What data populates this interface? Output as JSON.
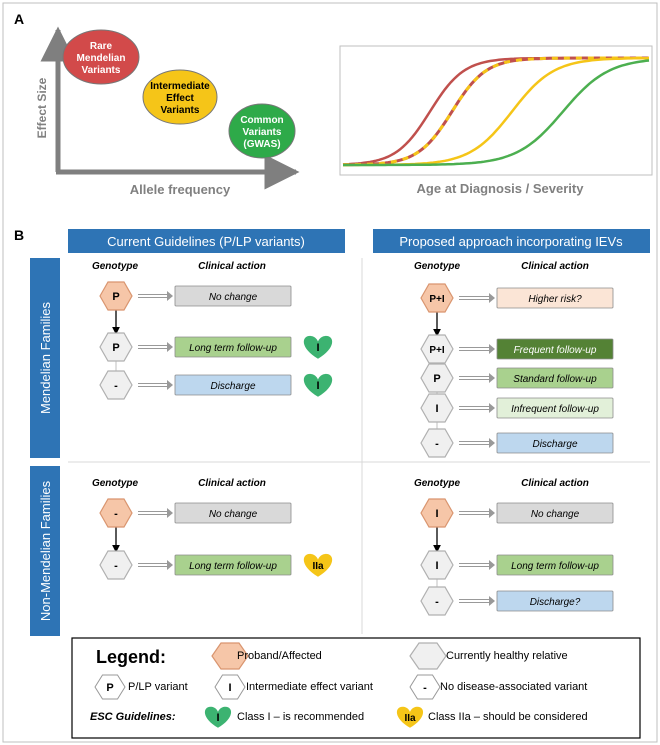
{
  "panelA": {
    "label": "A",
    "scatter": {
      "y_axis_label": "Effect Size",
      "x_axis_label": "Allele frequency",
      "bubbles": [
        {
          "lines": [
            "Rare",
            "Mendelian",
            "Variants"
          ],
          "color": "#d24a4a",
          "text_color": "#ffffff"
        },
        {
          "lines": [
            "Intermediate",
            "Effect",
            "Variants"
          ],
          "color": "#f5c518",
          "text_color": "#000000"
        },
        {
          "lines": [
            "Common",
            "Variants",
            "(GWAS)"
          ],
          "color": "#2eaa49",
          "text_color": "#ffffff"
        }
      ]
    },
    "curves": {
      "x_axis_label": "Age at Diagnosis / Severity",
      "series_colors": [
        "#c0504d",
        "#c0504d",
        "#f5c518",
        "#4caf50"
      ]
    }
  },
  "panelB": {
    "label": "B",
    "headers": [
      "Current Guidelines (P/LP variants)",
      "Proposed approach incorporating IEVs"
    ],
    "row_labels": [
      "Mendelian Families",
      "Non-Mendelian Families"
    ],
    "col_genotype": "Genotype",
    "col_action": "Clinical action",
    "mendelian_current": [
      {
        "genotype": "P",
        "type": "proband",
        "action": "No change",
        "action_style": "grey",
        "badge": ""
      },
      {
        "genotype": "P",
        "type": "relative",
        "action": "Long term follow-up",
        "action_style": "green",
        "badge": "I"
      },
      {
        "genotype": "-",
        "type": "relative",
        "action": "Discharge",
        "action_style": "blue",
        "badge": "I"
      }
    ],
    "mendelian_proposed": [
      {
        "genotype": "P+I",
        "type": "proband",
        "action": "Higher risk?",
        "action_style": "peach"
      },
      {
        "genotype": "P+I",
        "type": "relative",
        "action": "Frequent follow-up",
        "action_style": "darkgreen"
      },
      {
        "genotype": "P",
        "type": "relative",
        "action": "Standard follow-up",
        "action_style": "green"
      },
      {
        "genotype": "I",
        "type": "relative",
        "action": "Infrequent follow-up",
        "action_style": "lightgreen"
      },
      {
        "genotype": "-",
        "type": "relative",
        "action": "Discharge",
        "action_style": "blue"
      }
    ],
    "nonmendelian_current": [
      {
        "genotype": "-",
        "type": "proband",
        "action": "No change",
        "action_style": "grey",
        "badge": ""
      },
      {
        "genotype": "-",
        "type": "relative",
        "action": "Long term follow-up",
        "action_style": "green",
        "badge": "IIa"
      }
    ],
    "nonmendelian_proposed": [
      {
        "genotype": "I",
        "type": "proband",
        "action": "No change",
        "action_style": "grey"
      },
      {
        "genotype": "I",
        "type": "relative",
        "action": "Long term follow-up",
        "action_style": "green"
      },
      {
        "genotype": "-",
        "type": "relative",
        "action": "Discharge?",
        "action_style": "blue"
      }
    ]
  },
  "legend": {
    "title": "Legend:",
    "proband": "Proband/Affected",
    "healthy": "Currently healthy relative",
    "p_symbol": "P",
    "p_label": "P/LP variant",
    "i_symbol": "I",
    "i_label": "Intermediate effect variant",
    "dash_symbol": "-",
    "dash_label": "No disease-associated variant",
    "esc_label": "ESC Guidelines:",
    "class1_symbol": "I",
    "class1_label": "Class I – is recommended",
    "class2_symbol": "IIa",
    "class2_label": "Class IIa – should be considered"
  },
  "colors": {
    "header_blue": "#2e74b5",
    "proband_fill": "#f6c6a8",
    "proband_stroke": "#d9956f",
    "relative_fill": "#f0f0f0",
    "relative_stroke": "#b0b0b0",
    "heart_green": "#3cb371",
    "heart_yellow": "#f5c518",
    "grey": "#d9d9d9",
    "green": "#a9d18e",
    "blue": "#bdd7ee",
    "peach": "#fbe5d6",
    "darkgreen": "#548235",
    "lightgreen": "#e2f0d9"
  }
}
